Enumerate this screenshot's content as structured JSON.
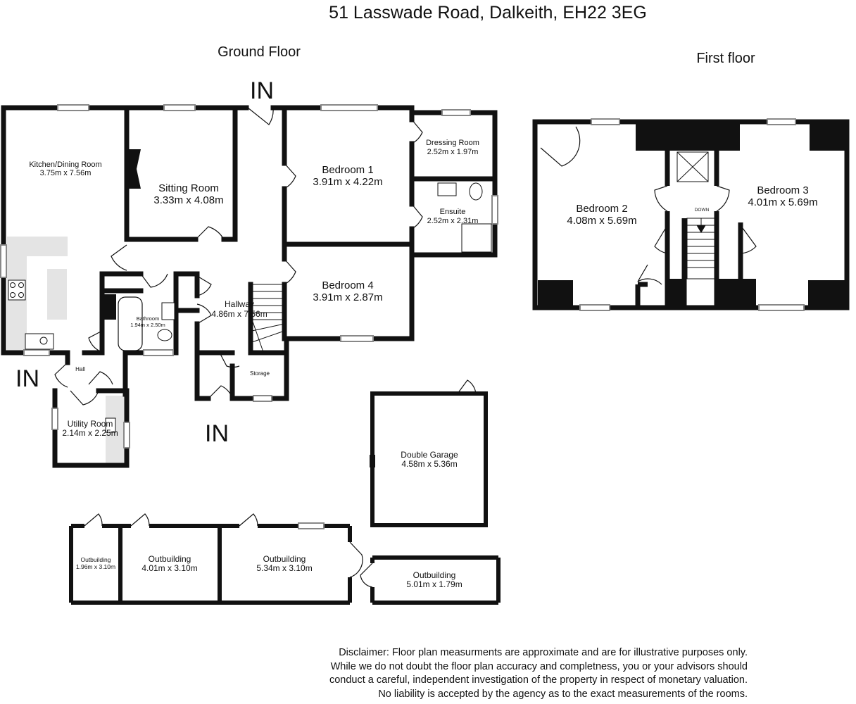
{
  "address": "51 Lasswade Road, Dalkeith, EH22 3EG",
  "ground_floor": {
    "title": "Ground Floor",
    "entrances": [
      "IN",
      "IN",
      "IN"
    ],
    "rooms": [
      {
        "id": "kitchen",
        "name": "Kitchen/Dining Room",
        "size": "3.75m x 7.56m"
      },
      {
        "id": "sitting",
        "name": "Sitting Room",
        "size": "3.33m x 4.08m"
      },
      {
        "id": "bed1",
        "name": "Bedroom 1",
        "size": "3.91m x 4.22m"
      },
      {
        "id": "dressing",
        "name": "Dressing Room",
        "size": "2.52m x 1.97m"
      },
      {
        "id": "ensuite",
        "name": "Ensuite",
        "size": "2.52m x 2.31m"
      },
      {
        "id": "bed4",
        "name": "Bedroom 4",
        "size": "3.91m x 2.87m"
      },
      {
        "id": "hallway",
        "name": "Hallway",
        "size": "4.86m x 7.56m"
      },
      {
        "id": "bathroom",
        "name": "Bathroom",
        "size": "1.94m x 2.50m"
      },
      {
        "id": "hall",
        "name": "Hall",
        "size": ""
      },
      {
        "id": "storage",
        "name": "Storage",
        "size": ""
      },
      {
        "id": "utility",
        "name": "Utility Room",
        "size": "2.14m x 2.25m"
      },
      {
        "id": "garage",
        "name": "Double Garage",
        "size": "4.58m x 5.36m"
      },
      {
        "id": "out1",
        "name": "Outbuilding",
        "size": "1.96m x 3.10m"
      },
      {
        "id": "out2",
        "name": "Outbuilding",
        "size": "4.01m x 3.10m"
      },
      {
        "id": "out3",
        "name": "Outbuilding",
        "size": "5.34m x 3.10m"
      },
      {
        "id": "out4",
        "name": "Outbuilding",
        "size": "5.01m x 1.79m"
      }
    ]
  },
  "first_floor": {
    "title": "First floor",
    "stair_label": "DOWN",
    "rooms": [
      {
        "id": "bed2",
        "name": "Bedroom 2",
        "size": "4.08m x 5.69m"
      },
      {
        "id": "bed3",
        "name": "Bedroom 3",
        "size": "4.01m x 5.69m"
      }
    ]
  },
  "disclaimer": [
    "Disclaimer:  Floor plan measurments are approximate and are for illustrative purposes only.",
    "While we do not doubt the floor plan accuracy and completness, you or your advisors should",
    "conduct a careful, independent investigation of the property in respect of monetary valuation.",
    "No liability is accepted by the agency as to the exact measurements of the rooms."
  ]
}
